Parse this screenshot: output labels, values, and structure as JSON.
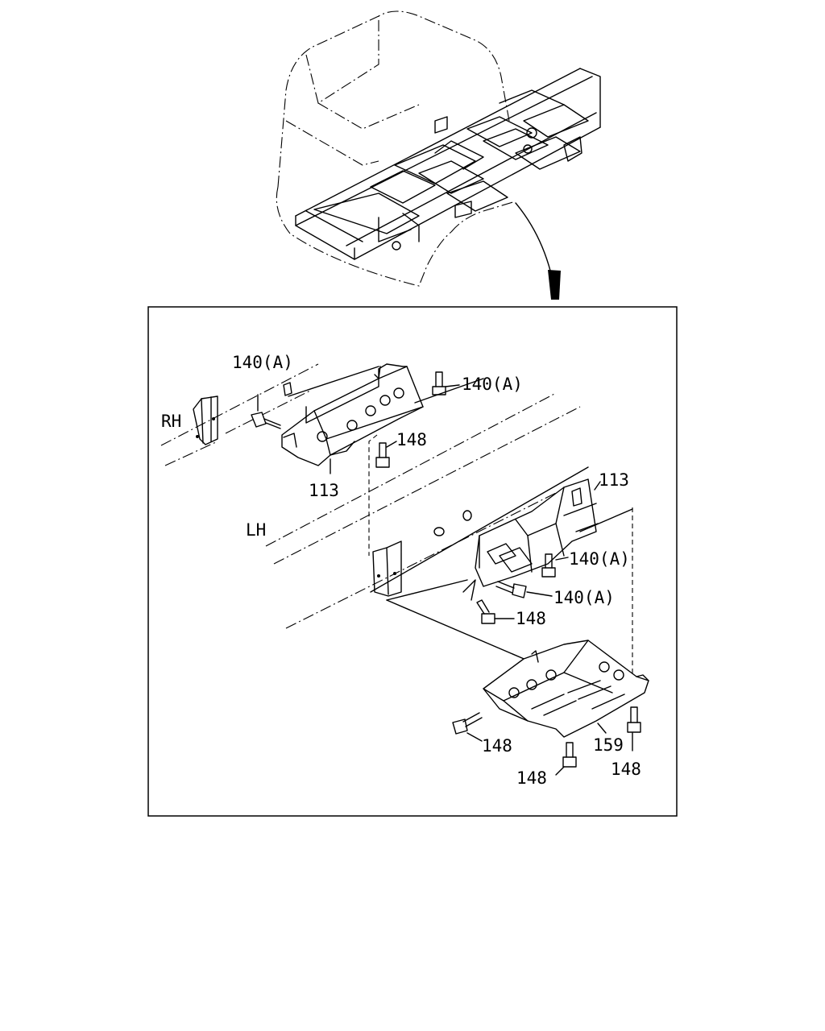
{
  "labels": {
    "rh": "RH",
    "lh": "LH",
    "rh_bolt_140a_left": "140(A)",
    "rh_bolt_140a_right": "140(A)",
    "rh_bolt_148": "148",
    "rh_bracket_113": "113",
    "lh_bracket_113": "113",
    "lh_bolt_140a_upper": "140(A)",
    "lh_bolt_140a_lower": "140(A)",
    "lh_bolt_148_upper": "148",
    "guard_159": "159",
    "guard_bolt_148_left": "148",
    "guard_bolt_148_bottom": "148",
    "guard_bolt_148_right": "148"
  }
}
